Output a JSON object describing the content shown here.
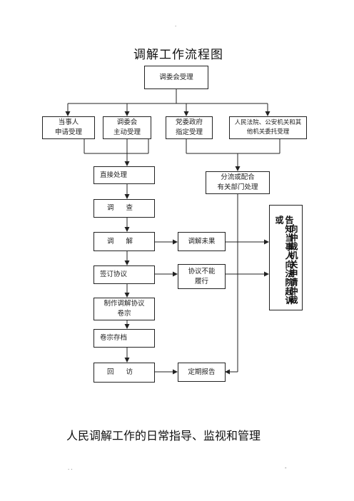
{
  "page": {
    "top_mark": ".",
    "bottom_left_mark": ". .",
    "bottom_right_mark": "-"
  },
  "title": "调解工作流程图",
  "subtitle": "人民调解工作的日常指导、监视和管理",
  "nodes": {
    "committee_accept": "调委会受理",
    "party_apply": "当事人\n申请受理",
    "committee_active": "调委会\n主动受理",
    "party_gov_assign": "党委政府\n指定受理",
    "court_entrust": "人民法院、公安机关和其\n他机关委托受理",
    "direct_handle": "直接处理",
    "divert": "分流或配合\n有关部门处理",
    "investigate": "调 查",
    "mediate": "调 解",
    "mediation_failed": "调解未果",
    "sign_agreement": "签订协议",
    "agreement_unfulfilled": "协议不能\n履行",
    "make_dossier": "制作调解协议\n卷宗",
    "archive": "卷宗存档",
    "revisit": "回 访",
    "regular_report": "定期报告",
    "notify_right_column": "向仲裁机关申请仲裁",
    "notify_left_column": "告知当事人向法院起诉或"
  }
}
